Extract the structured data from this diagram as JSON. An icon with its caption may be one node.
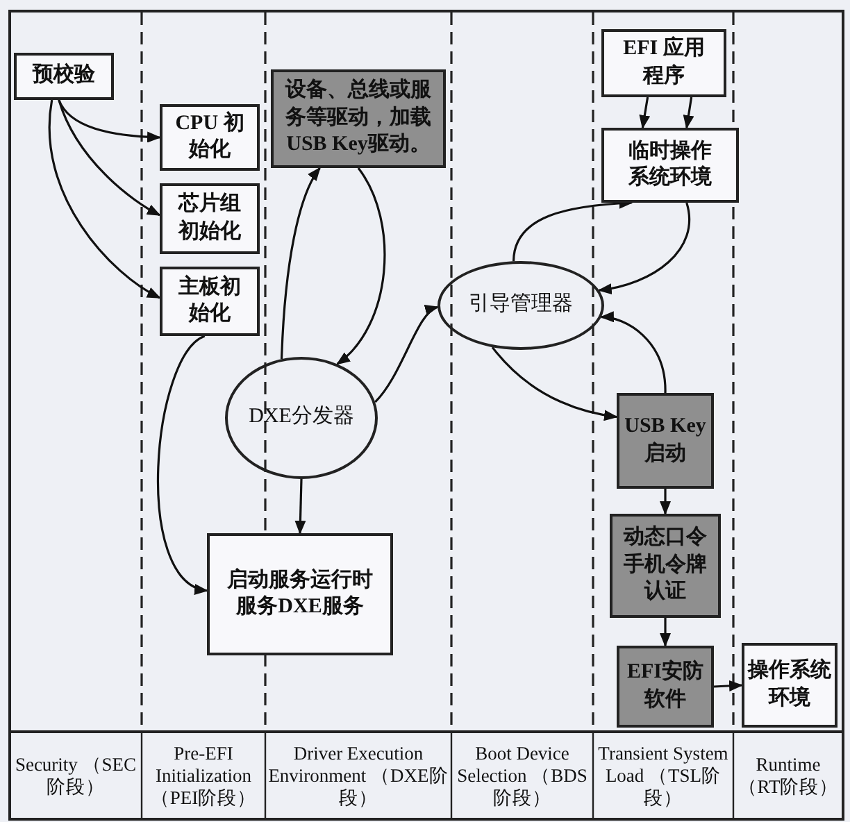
{
  "diagram": {
    "nodes": [
      {
        "text": [
          "预校验"
        ]
      },
      {
        "text": [
          "CPU 初始化"
        ]
      },
      {
        "text": [
          "芯片组初始化"
        ]
      },
      {
        "text": [
          "主板初始化"
        ]
      },
      {
        "text": [
          "设备、总线或服务等驱动，加载USB Key驱动。"
        ]
      },
      {
        "text": [
          "DXE分发器"
        ]
      },
      {
        "text": [
          "启动服务运行时服务DXE服务"
        ]
      },
      {
        "text": [
          "引导管理器"
        ]
      },
      {
        "text": [
          "EFI 应用程序"
        ]
      },
      {
        "text": [
          "临时操作系统环境"
        ]
      },
      {
        "text": [
          "USB Key 启动"
        ]
      },
      {
        "text": [
          "动态口令手机令牌认证"
        ]
      },
      {
        "text": [
          "EFI安防软件"
        ]
      },
      {
        "text": [
          "操作系统环境"
        ]
      }
    ],
    "edges": [
      {
        "from": 0,
        "to": 1,
        "arrow": "to"
      },
      {
        "from": 0,
        "to": 2,
        "arrow": "to"
      },
      {
        "from": 0,
        "to": 3,
        "arrow": "to"
      },
      {
        "from": 3,
        "to": 6,
        "arrow": "to"
      },
      {
        "from": 5,
        "to": 4,
        "arrow": "to"
      },
      {
        "from": 4,
        "to": 5,
        "arrow": "to"
      },
      {
        "from": 5,
        "to": 6,
        "arrow": "to"
      },
      {
        "from": 5,
        "to": 7,
        "arrow": "to"
      },
      {
        "from": 8,
        "to": 9,
        "arrow": "to"
      },
      {
        "from": 8,
        "to": 9,
        "arrow": "to"
      },
      {
        "from": 7,
        "to": 9,
        "arrow": "to"
      },
      {
        "from": 9,
        "to": 7,
        "arrow": "to"
      },
      {
        "from": 7,
        "to": 10,
        "arrow": "to"
      },
      {
        "from": 10,
        "to": 7,
        "arrow": "to"
      },
      {
        "from": 10,
        "to": 11,
        "arrow": "to"
      },
      {
        "from": 11,
        "to": 12,
        "arrow": "to"
      },
      {
        "from": 12,
        "to": 13,
        "arrow": "to"
      }
    ],
    "labels": [
      "Security （SEC阶段）",
      "Pre-EFI Initialization （PEI阶段）",
      "Driver Execution Environment （DXE阶段）",
      "Boot Device Selection （BDS阶段）",
      "Transient System Load （TSL阶段）",
      "Runtime （RT阶段）"
    ]
  }
}
